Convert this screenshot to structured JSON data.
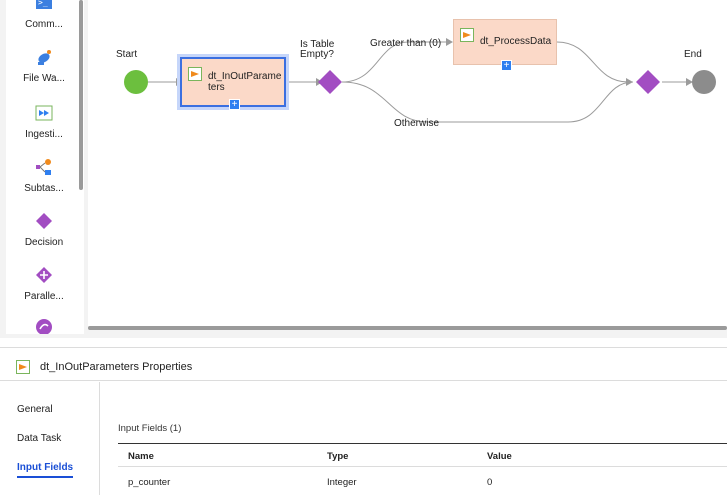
{
  "palette": {
    "items": [
      {
        "label": "Comm...",
        "icon": "command-icon"
      },
      {
        "label": "File Wa...",
        "icon": "file-watch-icon"
      },
      {
        "label": "Ingesti...",
        "icon": "ingestion-icon"
      },
      {
        "label": "Subtas...",
        "icon": "subtask-icon"
      },
      {
        "label": "Decision",
        "icon": "decision-icon"
      },
      {
        "label": "Paralle...",
        "icon": "parallel-paths-icon"
      },
      {
        "label": "",
        "icon": "jump-icon"
      }
    ]
  },
  "flow": {
    "start_label": "Start",
    "end_label": "End",
    "task1_label": "dt_InOutParame\nters",
    "decision_label": "Is Table\nEmpty?",
    "branch_condition": "Greater than (0)",
    "branch_otherwise": "Otherwise",
    "task2_label": "dt_ProcessData",
    "colors": {
      "start": "#6cbf3e",
      "end": "#8c8c8c",
      "decision": "#a24dc2",
      "task_fill": "#fbd9c8",
      "selection": "#3b6fe0"
    }
  },
  "properties": {
    "title": "dt_InOutParameters Properties",
    "tabs": [
      {
        "label": "General",
        "active": false
      },
      {
        "label": "Data Task",
        "active": false
      },
      {
        "label": "Input Fields",
        "active": true
      }
    ],
    "input_fields_title": "Input Fields (1)",
    "columns": [
      "Name",
      "Type",
      "Value"
    ],
    "rows": [
      {
        "name": "p_counter",
        "type": "Integer",
        "value": "0"
      }
    ]
  }
}
